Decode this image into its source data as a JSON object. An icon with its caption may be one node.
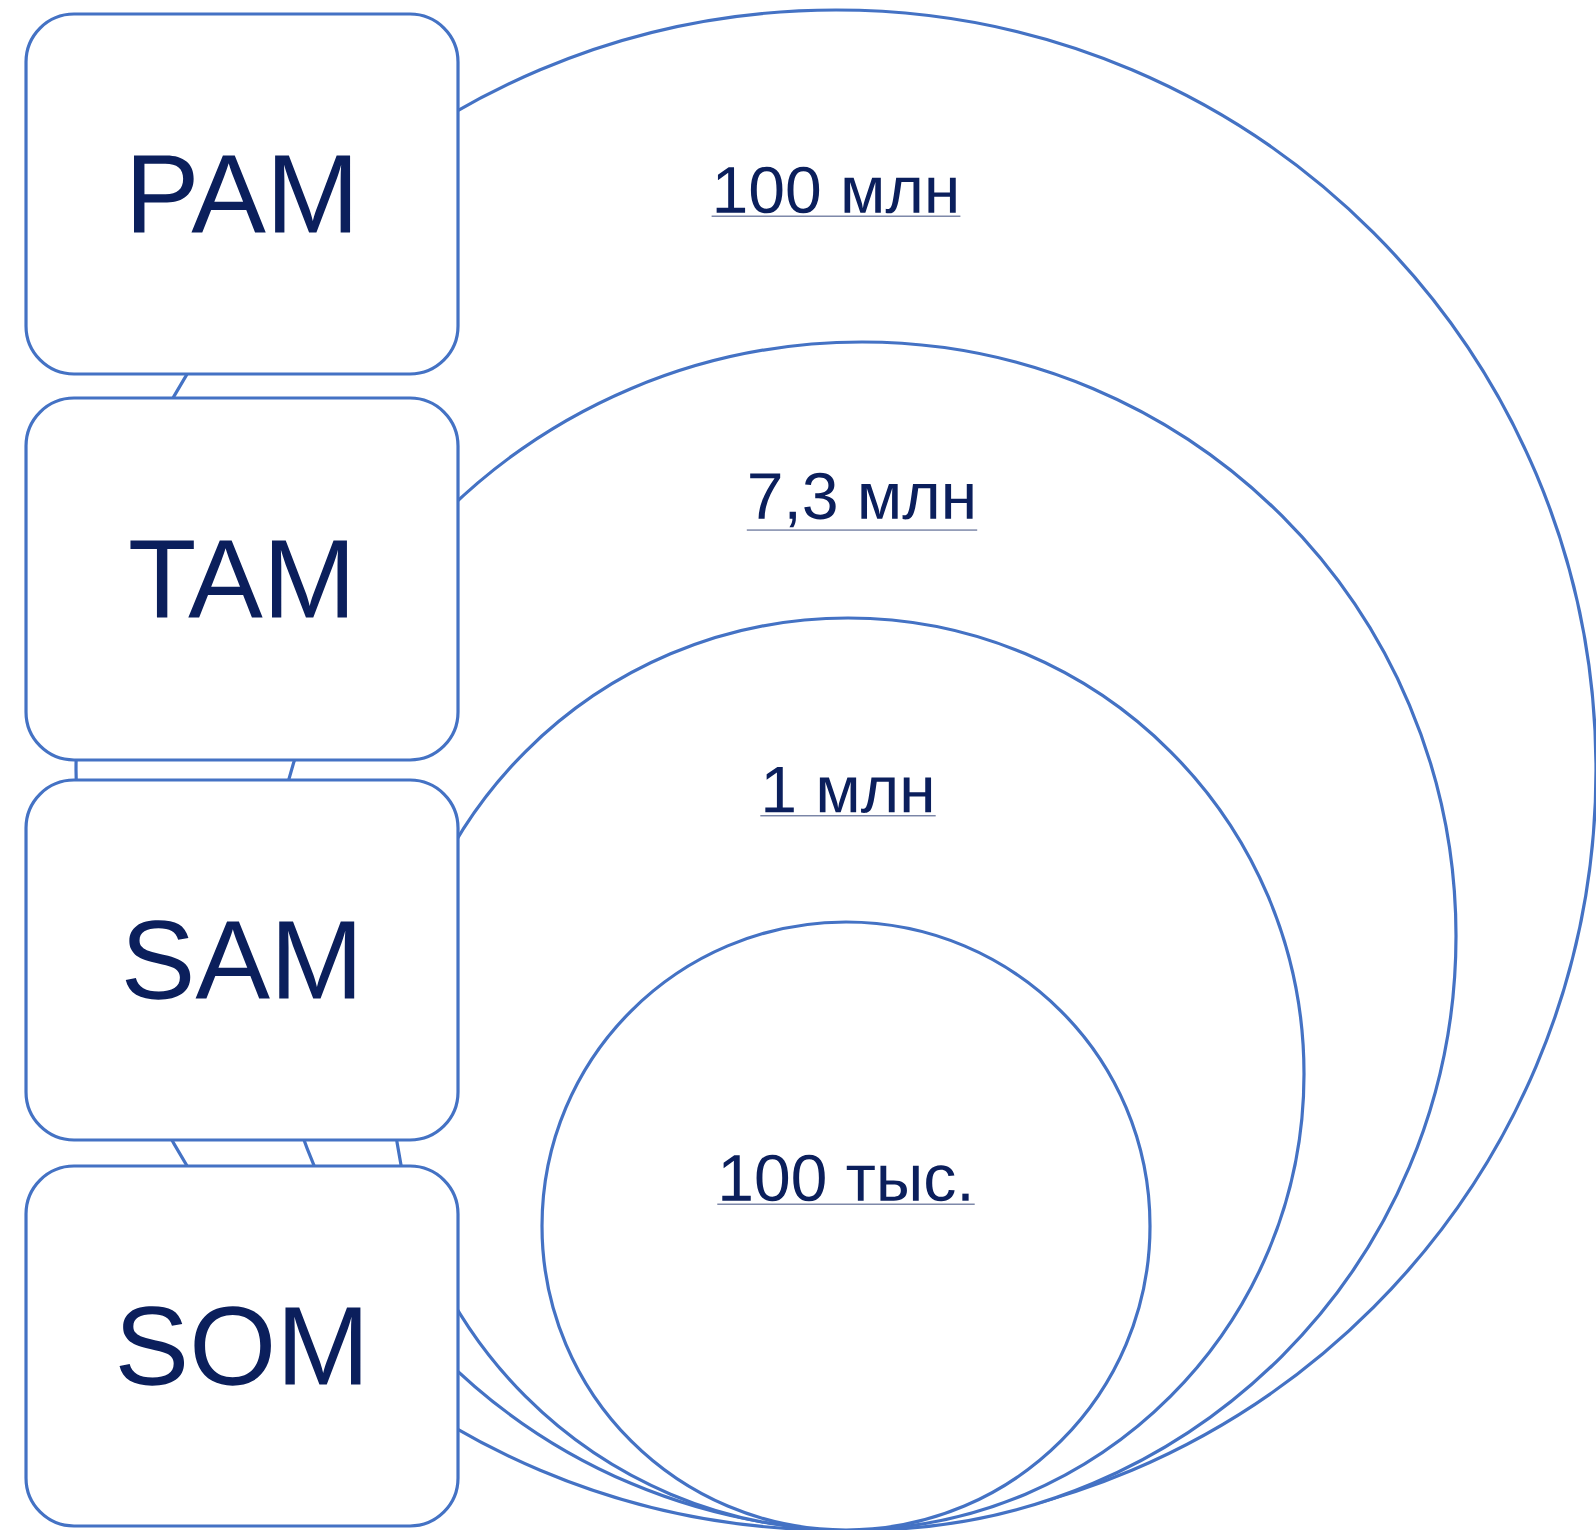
{
  "diagram": {
    "nodes": [
      {
        "text": [
          "PAM"
        ]
      },
      {
        "text": [
          "100 млн"
        ]
      },
      {
        "text": [
          "TAM"
        ]
      },
      {
        "text": [
          "7,3 млн"
        ],
        "in": 1
      },
      {
        "text": [
          "SAM"
        ]
      },
      {
        "text": [
          "1 млн"
        ],
        "in": 3
      },
      {
        "text": [
          "SOM"
        ]
      },
      {
        "text": [
          "100 тыс."
        ],
        "in": 5
      }
    ]
  }
}
